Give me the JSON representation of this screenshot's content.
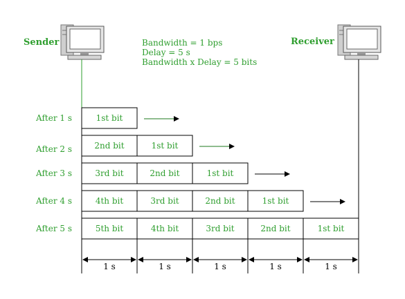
{
  "sender_label": "Sender",
  "receiver_label": "Receiver",
  "info": {
    "bandwidth": "Bandwidth = 1 bps",
    "delay": "Delay = 5 s",
    "bdp": "Bandwidth x Delay = 5 bits"
  },
  "rows": [
    {
      "label": "After 1 s",
      "bits": [
        "1st bit"
      ]
    },
    {
      "label": "After 2 s",
      "bits": [
        "2nd bit",
        "1st bit"
      ]
    },
    {
      "label": "After 3 s",
      "bits": [
        "3rd bit",
        "2nd bit",
        "1st bit"
      ]
    },
    {
      "label": "After 4 s",
      "bits": [
        "4th bit",
        "3rd bit",
        "2nd bit",
        "1st bit"
      ]
    },
    {
      "label": "After 5 s",
      "bits": [
        "5th bit",
        "4th bit",
        "3rd bit",
        "2nd bit",
        "1st bit"
      ]
    }
  ],
  "intervals": [
    "1 s",
    "1 s",
    "1 s",
    "1 s",
    "1 s"
  ],
  "colors": {
    "label_green": "#2e9e2e",
    "arrow_green": "#1e7a1e"
  }
}
